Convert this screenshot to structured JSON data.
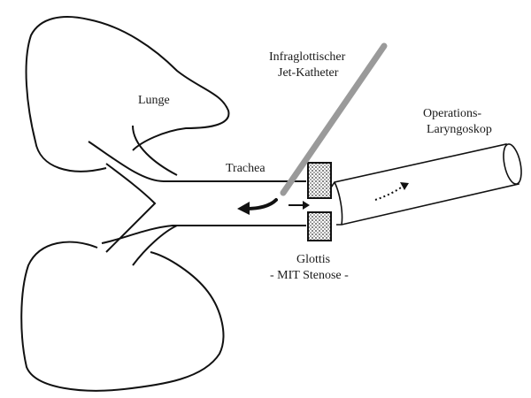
{
  "labels": {
    "lunge": "Lunge",
    "catheter_line1": "Infraglottischer",
    "catheter_line2": "Jet-Katheter",
    "laryngoscope_line1": "Operations-",
    "laryngoscope_line2": "Laryngoskop",
    "trachea": "Trachea",
    "glottis_line1": "Glottis",
    "glottis_line2": "- MIT Stenose -"
  },
  "colors": {
    "line": "#111111",
    "catheter": "#9a9a9a",
    "stenosis_fill": "#555555",
    "background": "#ffffff"
  }
}
